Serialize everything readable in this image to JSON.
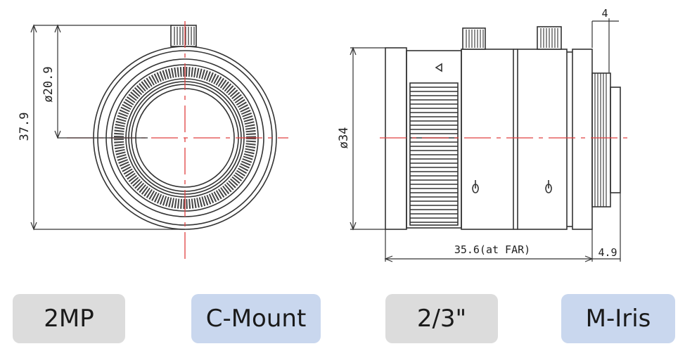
{
  "drawing": {
    "front_view": {
      "dim_outer_height": "37.9",
      "dim_inner_diameter": "ø20.9"
    },
    "side_view": {
      "dim_diameter": "ø34",
      "dim_length": "35.6(at FAR)",
      "dim_mount_width": "4",
      "dim_flange": "4.9"
    }
  },
  "badges": [
    {
      "label": "2MP"
    },
    {
      "label": "C-Mount"
    },
    {
      "label": "2/3\""
    },
    {
      "label": "M-Iris"
    }
  ],
  "colors": {
    "line": "#333333",
    "centerline": "#e04040",
    "badge_gray": "#dcdcdc",
    "badge_blue": "#c9d7ee"
  }
}
